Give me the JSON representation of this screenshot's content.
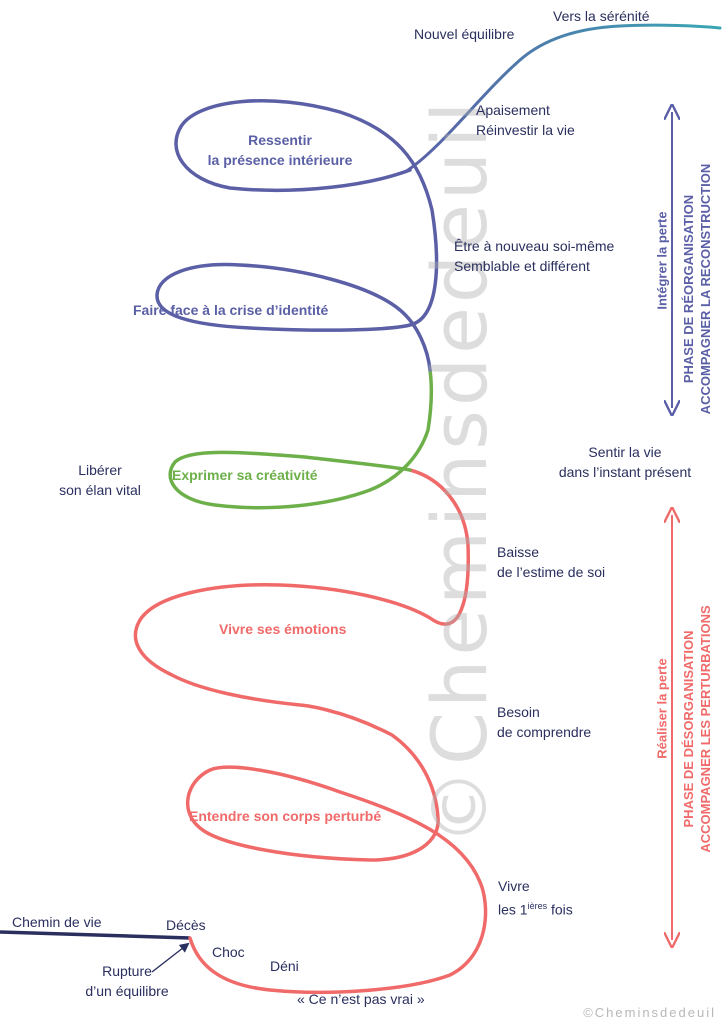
{
  "colors": {
    "navy": "#2a2f5e",
    "purple": "#5b5fa6",
    "green": "#6db04a",
    "red": "#f06a6a",
    "teal": "#3aa7b5",
    "watermark": "#b0b0b0"
  },
  "top": {
    "serenity": "Vers la sérénité",
    "new_balance": "Nouvel équilibre"
  },
  "right_labels": {
    "calm": [
      "Apaisement",
      "Réinvestir la vie"
    ],
    "self_again": [
      "Être à nouveau soi-même",
      "Semblable et différent"
    ],
    "feel_life": [
      "Sentir la vie",
      "dans l’instant présent"
    ],
    "self_esteem": [
      "Baisse",
      "de l’estime de soi"
    ],
    "understand": [
      "Besoin",
      "de comprendre"
    ],
    "first_times": {
      "line1": "Vivre",
      "line2_prefix": "les 1",
      "superscript": "ières",
      "line2_suffix": " fois"
    }
  },
  "left_labels": {
    "life_path": "Chemin de vie",
    "death": "Décès",
    "shock": "Choc",
    "denial": "Déni",
    "rupture": [
      "Rupture",
      "d’un équilibre"
    ],
    "not_true": "« Ce n’est pas vrai »",
    "release": [
      "Libérer",
      "son élan vital"
    ]
  },
  "loop_titles": {
    "presence": [
      "Ressentir",
      "la présence intérieure"
    ],
    "identity": "Faire face à la crise d’identité",
    "creativity": "Exprimer sa créativité",
    "emotions": "Vivre ses émotions",
    "body": "Entendre son corps perturbé"
  },
  "phases": {
    "reorg": {
      "integrate": "Intégrer la perte",
      "phase": "PHASE DE RÉORGANISATION",
      "accompany": "ACCOMPAGNER LA RECONSTRUCTION"
    },
    "disorg": {
      "realize": "Réaliser la perte",
      "phase": "PHASE DE DÉSORGANISATION",
      "accompany": "ACCOMPAGNER LES PERTURBATIONS"
    }
  },
  "watermark": "©Cheminsdedeuil",
  "copyright": "©Cheminsdedeuil"
}
